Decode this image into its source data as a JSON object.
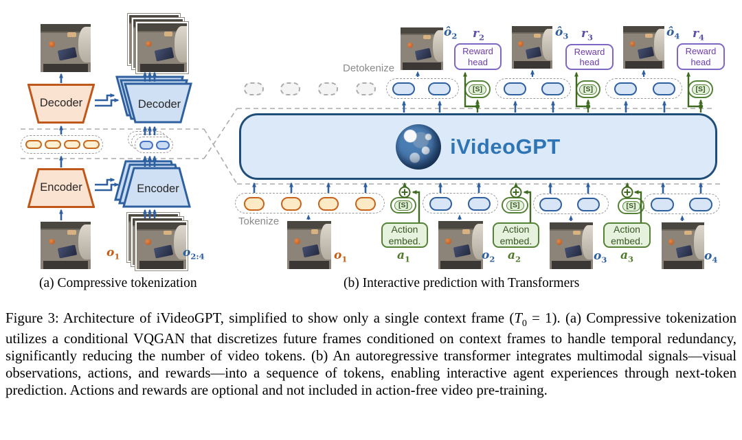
{
  "colors": {
    "orange": "#C55A11",
    "blue": "#2E5F9E",
    "dark_blue": "#1F4E79",
    "green": "#538135",
    "purple": "#6C3FA6",
    "reward_label": "#5B51A8",
    "model_text": "#2E75B6",
    "gray_label": "#8A8A8A"
  },
  "panel_a": {
    "decoder_label": "Decoder",
    "encoder_label": "Encoder",
    "context_obs": {
      "base": "o",
      "sub": "1"
    },
    "future_obs": {
      "base": "o",
      "sub": "2:4"
    }
  },
  "panel_b": {
    "model_name": "iVideoGPT",
    "detokenize_label": "Detokenize",
    "tokenize_label": "Tokenize",
    "slot_token": "[S]",
    "reward_head": {
      "line1": "Reward",
      "line2": "head"
    },
    "action_embed": {
      "line1": "Action",
      "line2": "embed."
    },
    "outputs": [
      {
        "obs_base": "ô",
        "obs_sub": "2",
        "reward_base": "r",
        "reward_sub": "2"
      },
      {
        "obs_base": "ô",
        "obs_sub": "3",
        "reward_base": "r",
        "reward_sub": "3"
      },
      {
        "obs_base": "ô",
        "obs_sub": "4",
        "reward_base": "r",
        "reward_sub": "4"
      }
    ],
    "inputs": {
      "obs": [
        {
          "base": "o",
          "sub": "1"
        },
        {
          "base": "o",
          "sub": "2"
        },
        {
          "base": "o",
          "sub": "3"
        },
        {
          "base": "o",
          "sub": "4"
        }
      ],
      "actions": [
        {
          "base": "a",
          "sub": "1"
        },
        {
          "base": "a",
          "sub": "2"
        },
        {
          "base": "a",
          "sub": "3"
        }
      ]
    }
  },
  "captions": {
    "panel_a": "(a) Compressive tokenization",
    "panel_b": "(b) Interactive prediction with Transformers",
    "figure": {
      "pre": "Figure 3: Architecture of iVideoGPT, simplified to show only a single context frame (",
      "math_var": "T",
      "math_sub": "0",
      "post": " = 1). (a) Compressive tokenization utilizes a conditional VQGAN that discretizes future frames conditioned on context frames to handle temporal redundancy, significantly reducing the number of video tokens. (b) An autoregressive transformer integrates multimodal signals—visual observations, actions, and rewards—into a sequence of tokens, enabling interactive agent experiences through next-token prediction. Actions and rewards are optional and not included in action-free video pre-training."
    }
  }
}
